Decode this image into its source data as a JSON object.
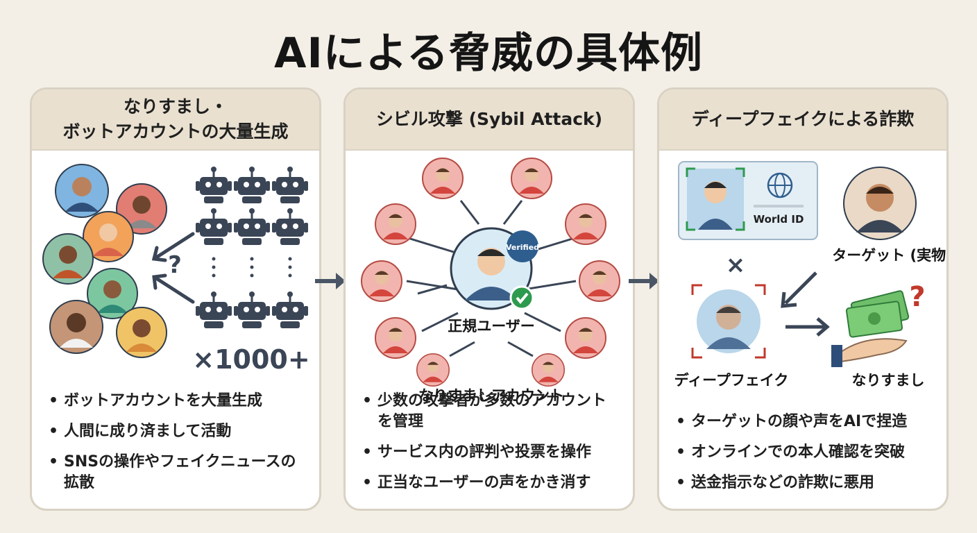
{
  "title": "AIによる脅威の具体例",
  "panels": [
    {
      "heading_line1": "なりすまし・",
      "heading_line2": "ボットアカウントの大量生成",
      "multiplier": "×1000+",
      "question": "?",
      "bullets": [
        "ボットアカウントを大量生成",
        "人間に成り済まして活動",
        "SNSの操作やフェイクニュースの拡散"
      ]
    },
    {
      "heading": "シビル攻撃 (Sybil Attack)",
      "verified_badge": "Verified",
      "legit_user_label": "正規ユーザー",
      "impersonation_label": "なりすましアカウント",
      "bullets": [
        "少数の攻撃者が多数のアカウント を管理",
        "サービス内の評判や投票を操作",
        "正当なユーザーの声をかき消す"
      ]
    },
    {
      "heading": "ディープフェイクによる詐欺",
      "id_card_text": "World ID",
      "target_label": "ターゲット (実物)",
      "deepfake_label": "ディープフェイク",
      "impersonation_label": "なりすまし",
      "cross": "×",
      "question": "?",
      "bullets": [
        "ターゲットの顔や声をAIで捏造",
        "オンラインでの本人確認を突破",
        "送金指示などの詐欺に悪用"
      ]
    }
  ]
}
